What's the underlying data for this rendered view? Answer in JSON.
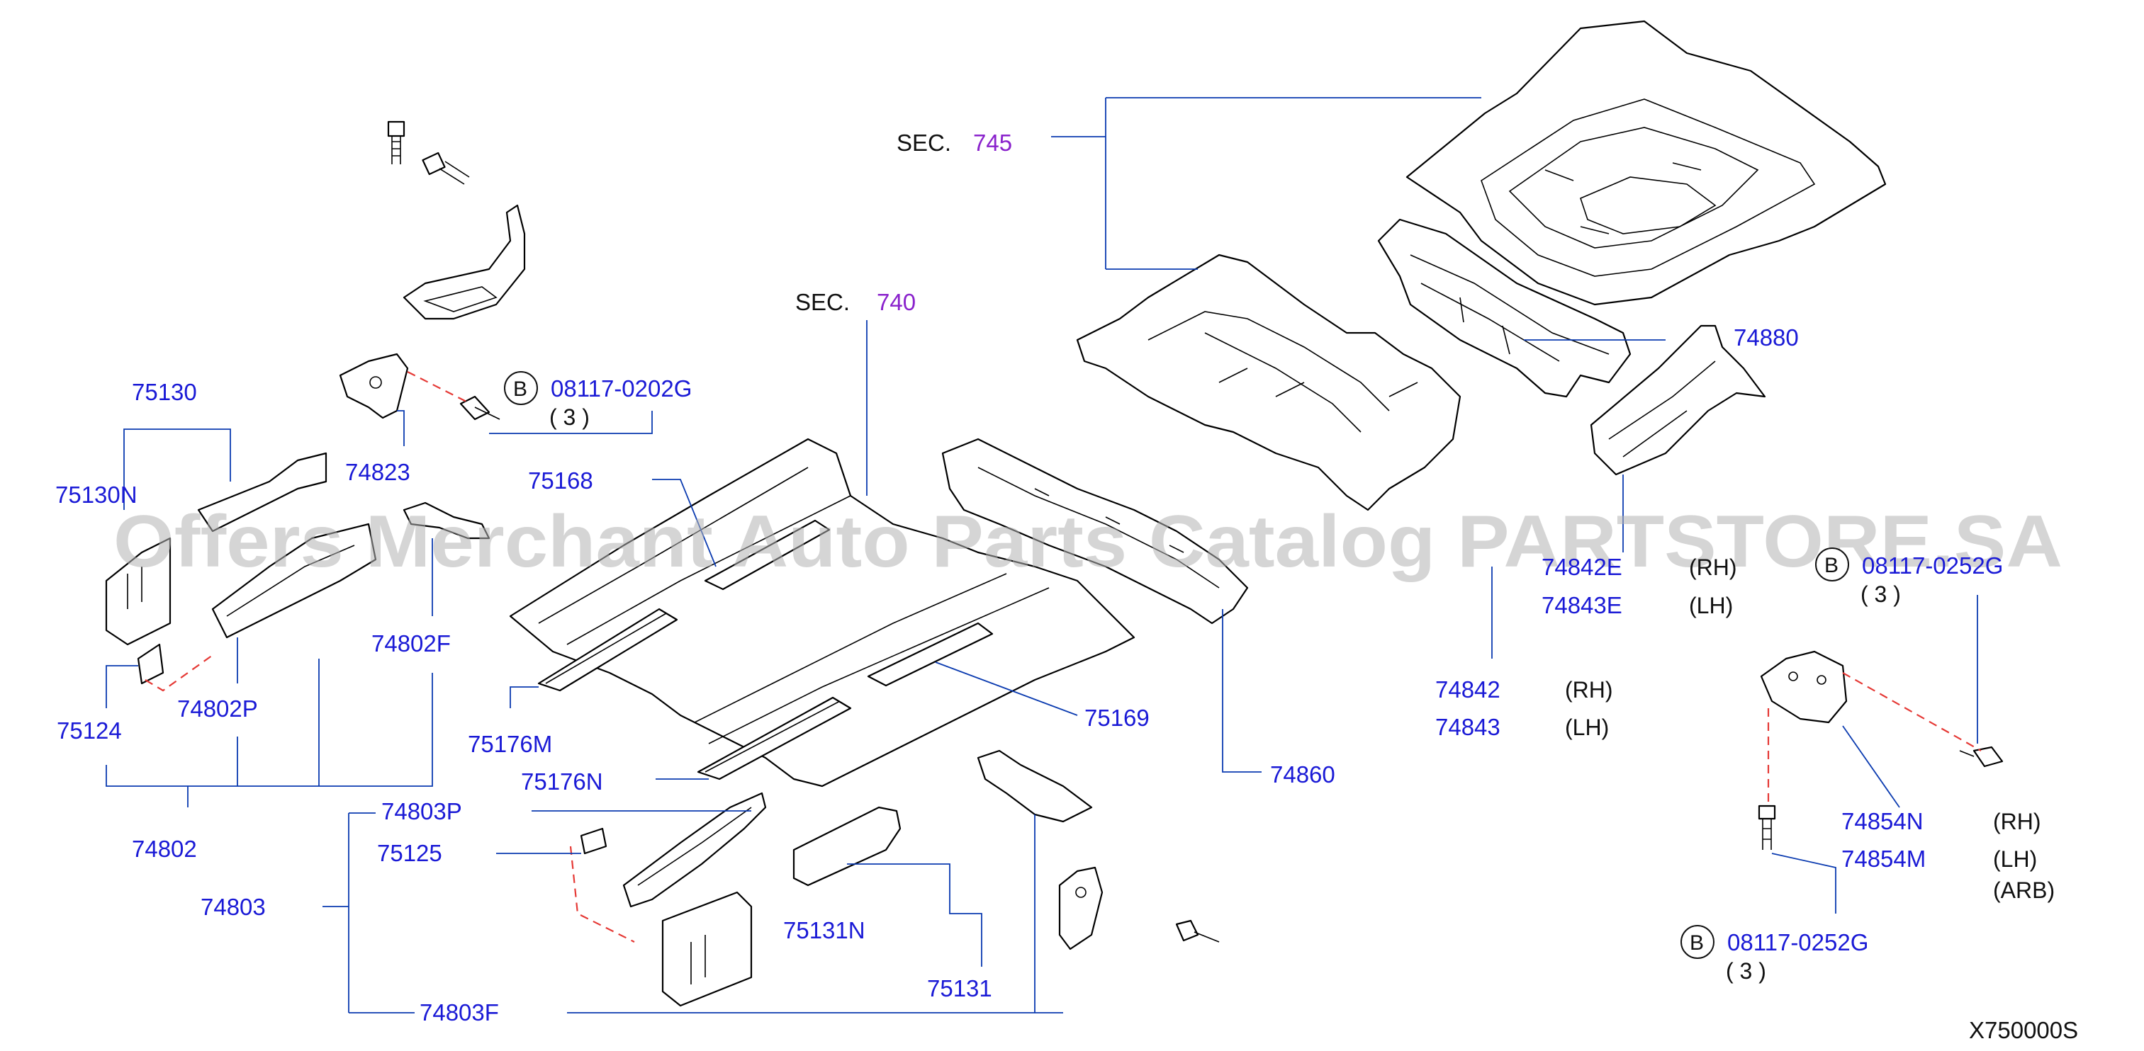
{
  "watermark": "Offers Merchant Auto Parts Catalog PARTSTORE.SA",
  "figure_ref": "X750000S",
  "sections": [
    {
      "prefix": "SEC.",
      "number": "745"
    },
    {
      "prefix": "SEC.",
      "number": "740"
    }
  ],
  "parts": {
    "p74880": "74880",
    "p74842E": "74842E",
    "p74843E": "74843E",
    "p74842": "74842",
    "p74843": "74843",
    "p74860": "74860",
    "p75169": "75169",
    "p75168": "75168",
    "p75176M": "75176M",
    "p75176N": "75176N",
    "p74854N": "74854N",
    "p74854M": "74854M",
    "p75130": "75130",
    "p75130N": "75130N",
    "p74823": "74823",
    "p74802F": "74802F",
    "p74802P": "74802P",
    "p75124": "75124",
    "p74802": "74802",
    "p74803P": "74803P",
    "p75125": "75125",
    "p74803": "74803",
    "p75131N": "75131N",
    "p75131": "75131",
    "p74803F": "74803F"
  },
  "sides": {
    "rh": "(RH)",
    "lh": "(LH)",
    "arb": "(ARB)"
  },
  "bolts": [
    {
      "letter": "B",
      "code": "08117-0202G",
      "qty": "( 3 )"
    },
    {
      "letter": "B",
      "code": "08117-0252G",
      "qty": "( 3 )"
    },
    {
      "letter": "B",
      "code": "08117-0252G",
      "qty": "( 3 )"
    }
  ]
}
